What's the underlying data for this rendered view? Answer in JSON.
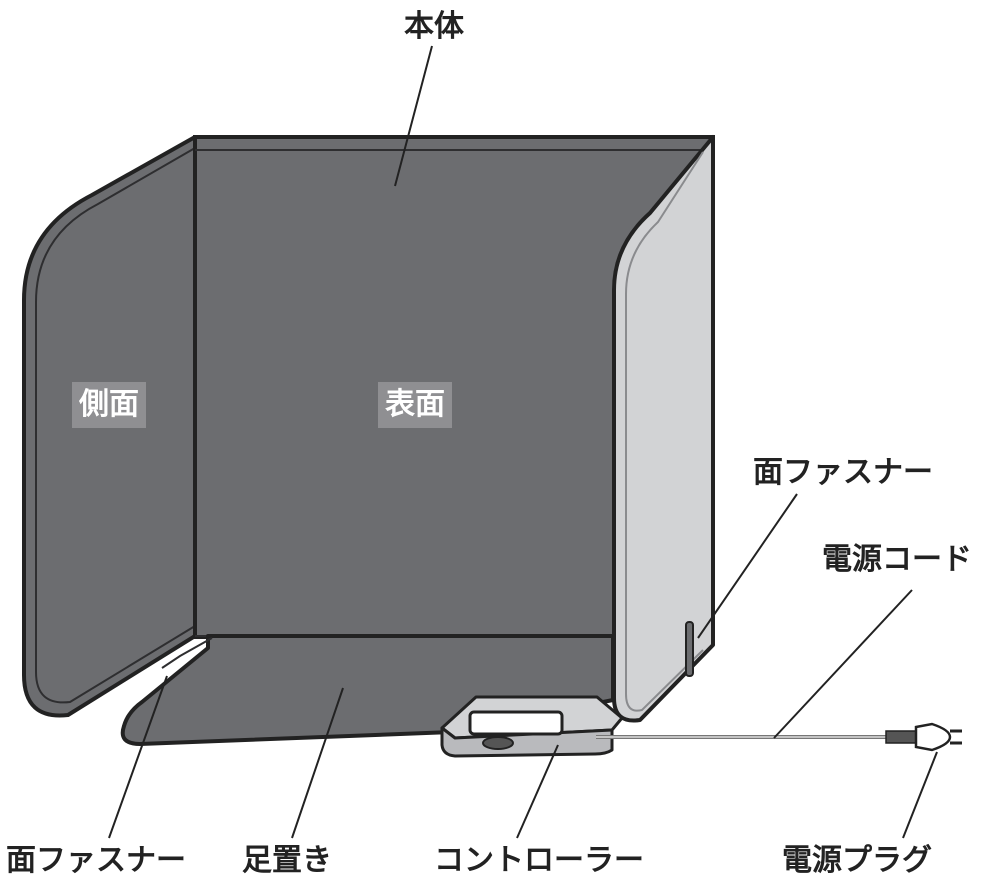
{
  "labels": {
    "body": "本体",
    "side": "側面",
    "front": "表面",
    "fastener_right": "面ファスナー",
    "power_cord": "電源コード",
    "fastener_left": "面ファスナー",
    "footrest": "足置き",
    "controller": "コントローラー",
    "power_plug": "電源プラグ"
  },
  "colors": {
    "panel_dark": "#6c6d70",
    "panel_light": "#d2d3d5",
    "label_box": "#8f8f92",
    "outline": "#222222"
  }
}
